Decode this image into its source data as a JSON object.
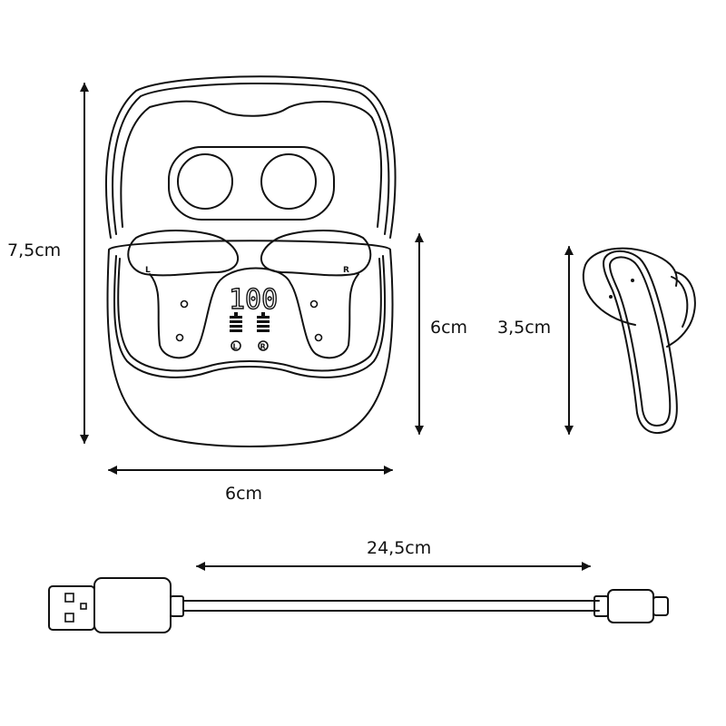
{
  "dimensions": {
    "case_height": "7,5cm",
    "case_base_height": "6cm",
    "case_width": "6cm",
    "earbud_height": "3,5cm",
    "cable_length": "24,5cm"
  },
  "case": {
    "left_label": "L",
    "right_label": "R",
    "display_value": "100",
    "left_indicator": "L",
    "right_indicator": "R"
  }
}
